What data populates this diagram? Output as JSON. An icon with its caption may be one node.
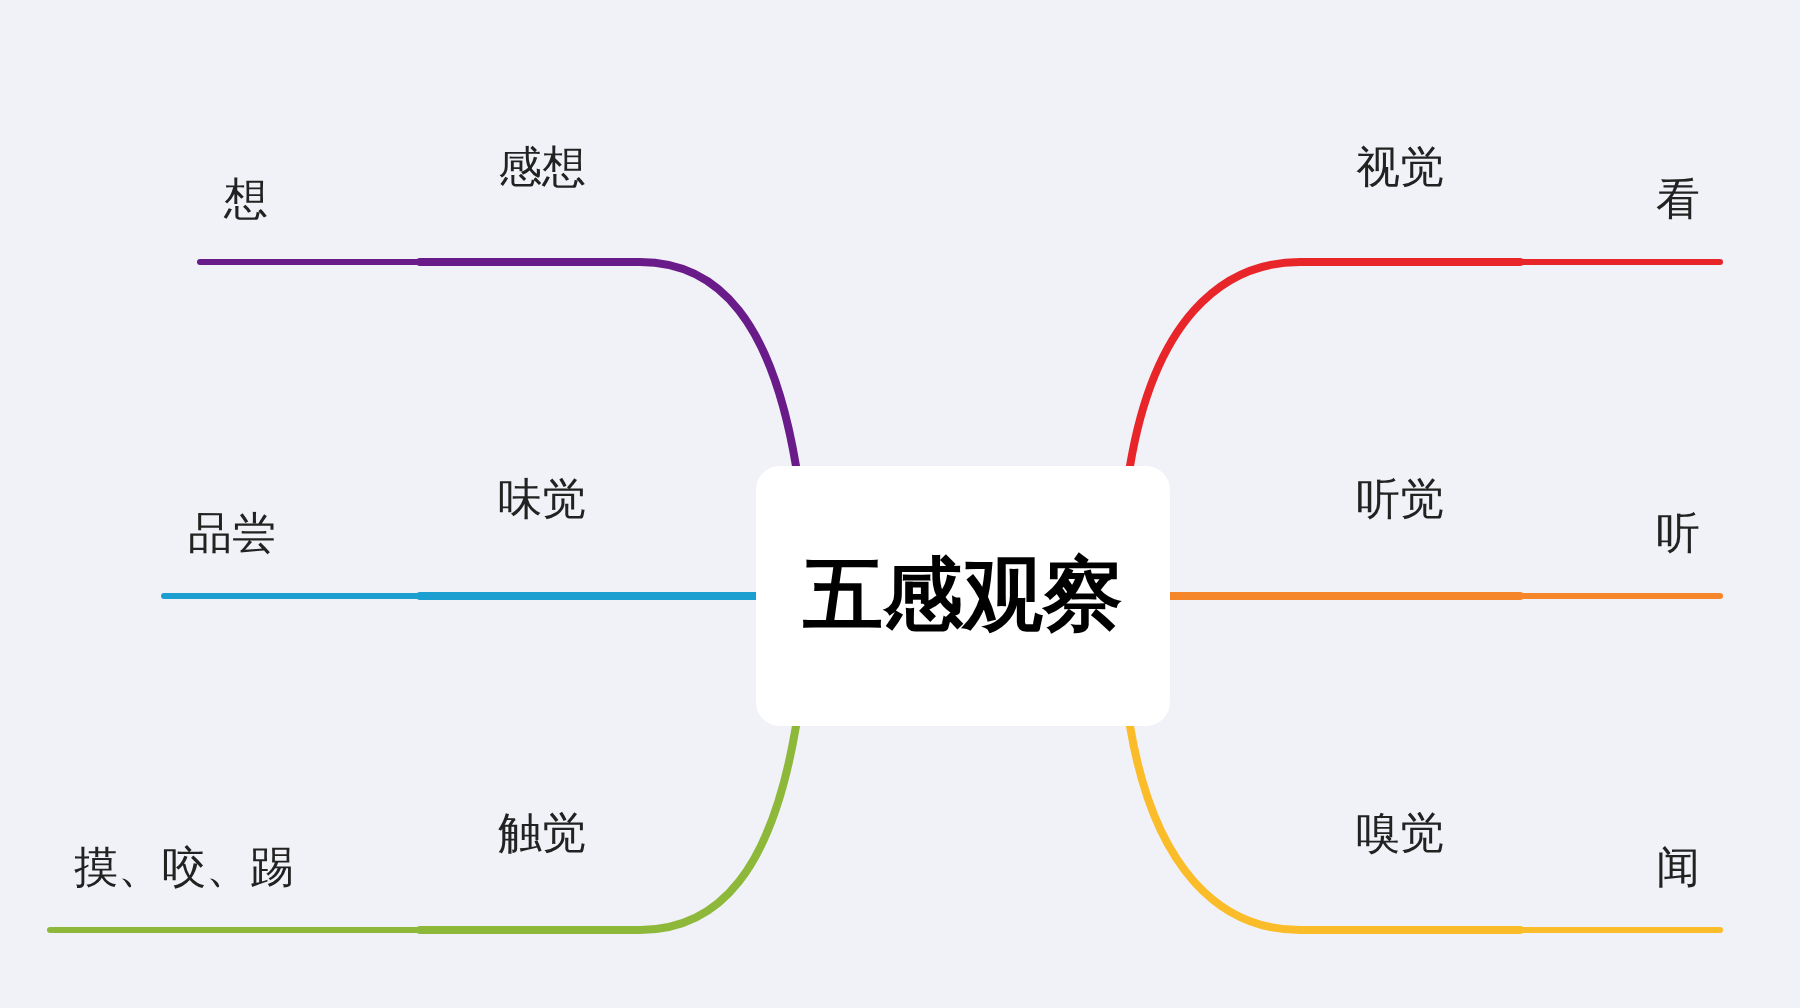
{
  "diagram": {
    "nodes": [
      {
        "text": [
          "五感观察"
        ]
      },
      {
        "text": [
          "感想"
        ]
      },
      {
        "text": [
          "想"
        ]
      },
      {
        "text": [
          "视觉"
        ]
      },
      {
        "text": [
          "看"
        ]
      },
      {
        "text": [
          "味觉"
        ]
      },
      {
        "text": [
          "品尝"
        ]
      },
      {
        "text": [
          "听觉"
        ]
      },
      {
        "text": [
          "听"
        ]
      },
      {
        "text": [
          "触觉"
        ]
      },
      {
        "text": [
          "摸、咬、踢"
        ]
      },
      {
        "text": [
          "嗅觉"
        ]
      },
      {
        "text": [
          "闻"
        ]
      }
    ],
    "edges": [
      {
        "from": 0,
        "to": 1,
        "arrow": "none",
        "color": "#6a1b8a"
      },
      {
        "from": 1,
        "to": 2,
        "arrow": "none",
        "color": "#6a1b8a"
      },
      {
        "from": 0,
        "to": 3,
        "arrow": "none",
        "color": "#e8262a"
      },
      {
        "from": 3,
        "to": 4,
        "arrow": "none",
        "color": "#e8262a"
      },
      {
        "from": 0,
        "to": 5,
        "arrow": "none",
        "color": "#1a9fd0"
      },
      {
        "from": 5,
        "to": 6,
        "arrow": "none",
        "color": "#1a9fd0"
      },
      {
        "from": 0,
        "to": 7,
        "arrow": "none",
        "color": "#f5862a"
      },
      {
        "from": 7,
        "to": 8,
        "arrow": "none",
        "color": "#f5862a"
      },
      {
        "from": 0,
        "to": 9,
        "arrow": "none",
        "color": "#8db83a"
      },
      {
        "from": 9,
        "to": 10,
        "arrow": "none",
        "color": "#8db83a"
      },
      {
        "from": 0,
        "to": 11,
        "arrow": "none",
        "color": "#fbbc2a"
      },
      {
        "from": 11,
        "to": 12,
        "arrow": "none",
        "color": "#fbbc2a"
      }
    ]
  }
}
